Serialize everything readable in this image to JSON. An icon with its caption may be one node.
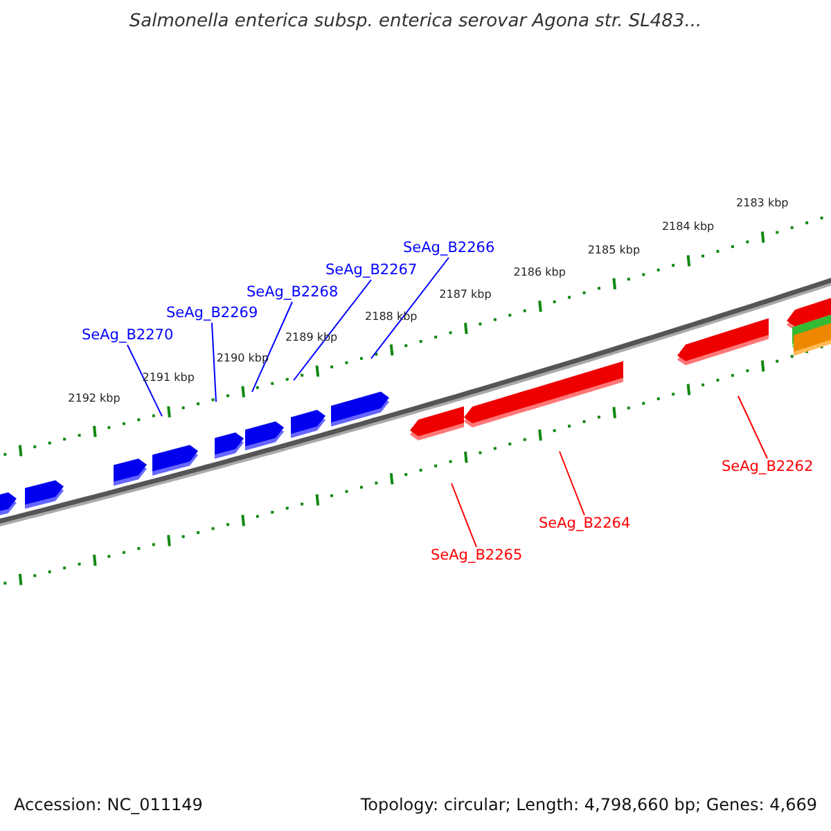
{
  "diagram": {
    "title": "Salmonella enterica subsp. enterica serovar Agona str. SL483...",
    "nodes": [
      {
        "text": [
          "SeAg_B2270"
        ]
      },
      {
        "text": [
          "SeAg_B2269"
        ]
      },
      {
        "text": [
          "SeAg_B2268"
        ]
      },
      {
        "text": [
          "SeAg_B2267"
        ]
      },
      {
        "text": [
          "SeAg_B2266"
        ]
      },
      {
        "text": [
          "SeAg_B2262"
        ]
      },
      {
        "text": [
          "SeAg_B2264"
        ]
      },
      {
        "text": [
          "SeAg_B2265"
        ]
      }
    ],
    "edges": [
      {
        "from": 0,
        "to": null,
        "arrow": "none"
      },
      {
        "from": 1,
        "to": null,
        "arrow": "none"
      },
      {
        "from": 2,
        "to": null,
        "arrow": "none"
      },
      {
        "from": 3,
        "to": null,
        "arrow": "none"
      },
      {
        "from": 4,
        "to": null,
        "arrow": "none"
      },
      {
        "from": 5,
        "to": null,
        "arrow": "none",
        "color": "#ff0000"
      },
      {
        "from": 6,
        "to": null,
        "arrow": "none",
        "color": "#ff0000"
      },
      {
        "from": 7,
        "to": null,
        "arrow": "none",
        "color": "#ff0000"
      }
    ],
    "labels": [
      "2183 kbp",
      "2184 kbp",
      "2185 kbp",
      "2186 kbp",
      "2187 kbp",
      "2188 kbp",
      "2189 kbp",
      "2190 kbp",
      "2191 kbp",
      "2192 kbp",
      "Accession: NC_011149",
      "Topology: circular; Length: 4,798,660 bp; Genes: 4,669"
    ]
  }
}
